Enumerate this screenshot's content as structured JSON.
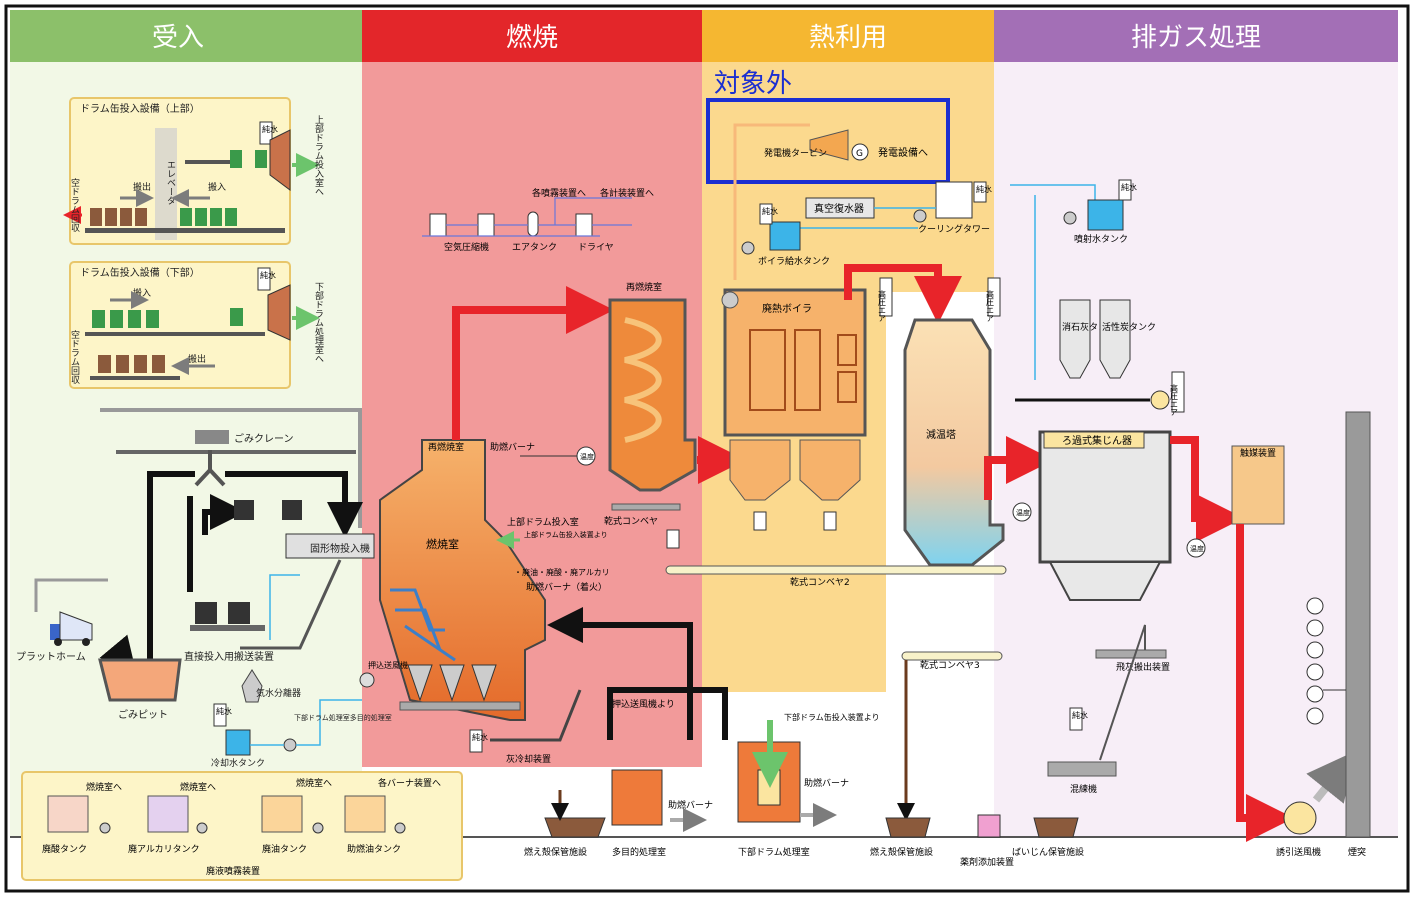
{
  "colors": {
    "zone_receive": "#f2f8e6",
    "zone_burn": "#f29a9a",
    "zone_heat": "#fbd98e",
    "zone_exhaust": "#f7eef7",
    "header_receive": "#8cc06a",
    "header_burn": "#e3262a",
    "header_heat": "#f5b731",
    "header_exhaust": "#a36fb6",
    "flue_red": "#e8242a",
    "box_fill": "#fdf5c8",
    "box_border": "#e8c66a",
    "highlight_blue": "#1b2fd1",
    "water_blue": "#3cb4e8",
    "furnace_orange": "#ee8a3b"
  },
  "headers": {
    "receive": "受入",
    "burn": "燃焼",
    "heat": "熱利用",
    "exhaust": "排ガス処理"
  },
  "out_of_scope_label": "対象外",
  "labels": {
    "drum_upper_title": "ドラム缶投入設備（上部）",
    "drum_lower_title": "ドラム缶投入設備（下部）",
    "elevator": "エレベータ",
    "carry_out_1": "搬出",
    "carry_in_1": "搬入",
    "carry_in_2": "搬入",
    "carry_out_2": "搬出",
    "empty_drum_1": "空ドラム回収",
    "empty_drum_2": "空ドラム回収",
    "pure_water_1": "純水",
    "pure_water_2": "純水",
    "to_upper_drum": "上部ドラム投入室へ",
    "to_lower_drum": "下部ドラム処理室へ",
    "crane": "ごみクレーン",
    "solid_feeder": "固形物投入機",
    "platform": "プラットホーム",
    "pit": "ごみピット",
    "direct_conveyor": "直接投入用搬送装置",
    "steam_separator": "気水分離器",
    "cooling_tank": "冷却水タンク",
    "pure_water_3": "純水",
    "lower_drum_aux": "下部ドラム処理室多目的処理室",
    "air_comp": "空気圧縮機",
    "air_tank": "エアタンク",
    "dryer": "ドライヤ",
    "to_spray": "各噴霧装置へ",
    "to_instr": "各計装装置へ",
    "reburn_label": "再燃焼室",
    "reburn_chamber": "再燃焼室",
    "burner_1": "助燃バーナ",
    "thermo_1": "温度",
    "upper_drum_feed": "上部ドラム投入室",
    "upper_drum_from": "上部ドラム缶投入装置より",
    "combustion_chamber": "燃焼室",
    "waste_types": "・廃油・廃酸・廃アルカリ",
    "ignition_burner": "助燃バーナ（着火）",
    "push_fan": "押込送風機",
    "ash_cooler": "灰冷却装置",
    "pure_water_4": "純水",
    "dry_conveyor_1": "乾式コンベヤ",
    "generator_turbine": "発電機タービン",
    "generator": "G",
    "to_power": "発電設備へ",
    "vacuum_condenser": "真空復水器",
    "cooling_tower": "クーリングタワー",
    "boiler_tank": "ボイラ給水タンク",
    "pure_water_5": "純水",
    "pure_water_6": "純水",
    "waste_heat_boiler": "廃熱ボイラ",
    "dry_conveyor_2": "乾式コンベヤ2",
    "hp_air_1": "高圧エア",
    "hp_air_2": "高圧エア",
    "hp_air_3": "高圧エア",
    "cooling_tower_gas": "減温塔",
    "spray_tank": "噴射水タンク",
    "pure_water_7": "純水",
    "lime_tank": "消石灰タンク",
    "carbon_tank": "活性炭タンク",
    "bag_filter": "ろ過式集じん器",
    "catalyst": "触媒装置",
    "dry_conveyor_3": "乾式コンベヤ3",
    "fly_ash": "飛灰搬出装置",
    "mixer": "混練機",
    "pure_water_8": "純水",
    "thermo_2": "温度",
    "thermo_3": "温度",
    "induced_fan": "誘引送風機",
    "stack": "煙突",
    "ash_store_1": "燃え殻保管施設",
    "multi_room": "多目的処理室",
    "lower_drum_room": "下部ドラム処理室",
    "ash_store_2": "燃え殻保管施設",
    "chem_add": "薬剤添加装置",
    "dust_store": "ばいじん保管施設",
    "from_push_fan": "押込送風機より",
    "from_lower_drum": "下部ドラム缶投入装置より",
    "burner_2": "助燃バーナ",
    "burner_3": "助燃バーナ",
    "tank_acid": "廃酸タンク",
    "tank_alkali": "廃アルカリタンク",
    "tank_oil": "廃油タンク",
    "tank_aux_oil": "助燃油タンク",
    "to_burn_1": "燃焼室へ",
    "to_burn_2": "燃焼室へ",
    "to_burn_3": "燃焼室へ",
    "to_each_burner": "各バーナ装置へ",
    "liquid_spray": "廃液噴霧装置"
  }
}
